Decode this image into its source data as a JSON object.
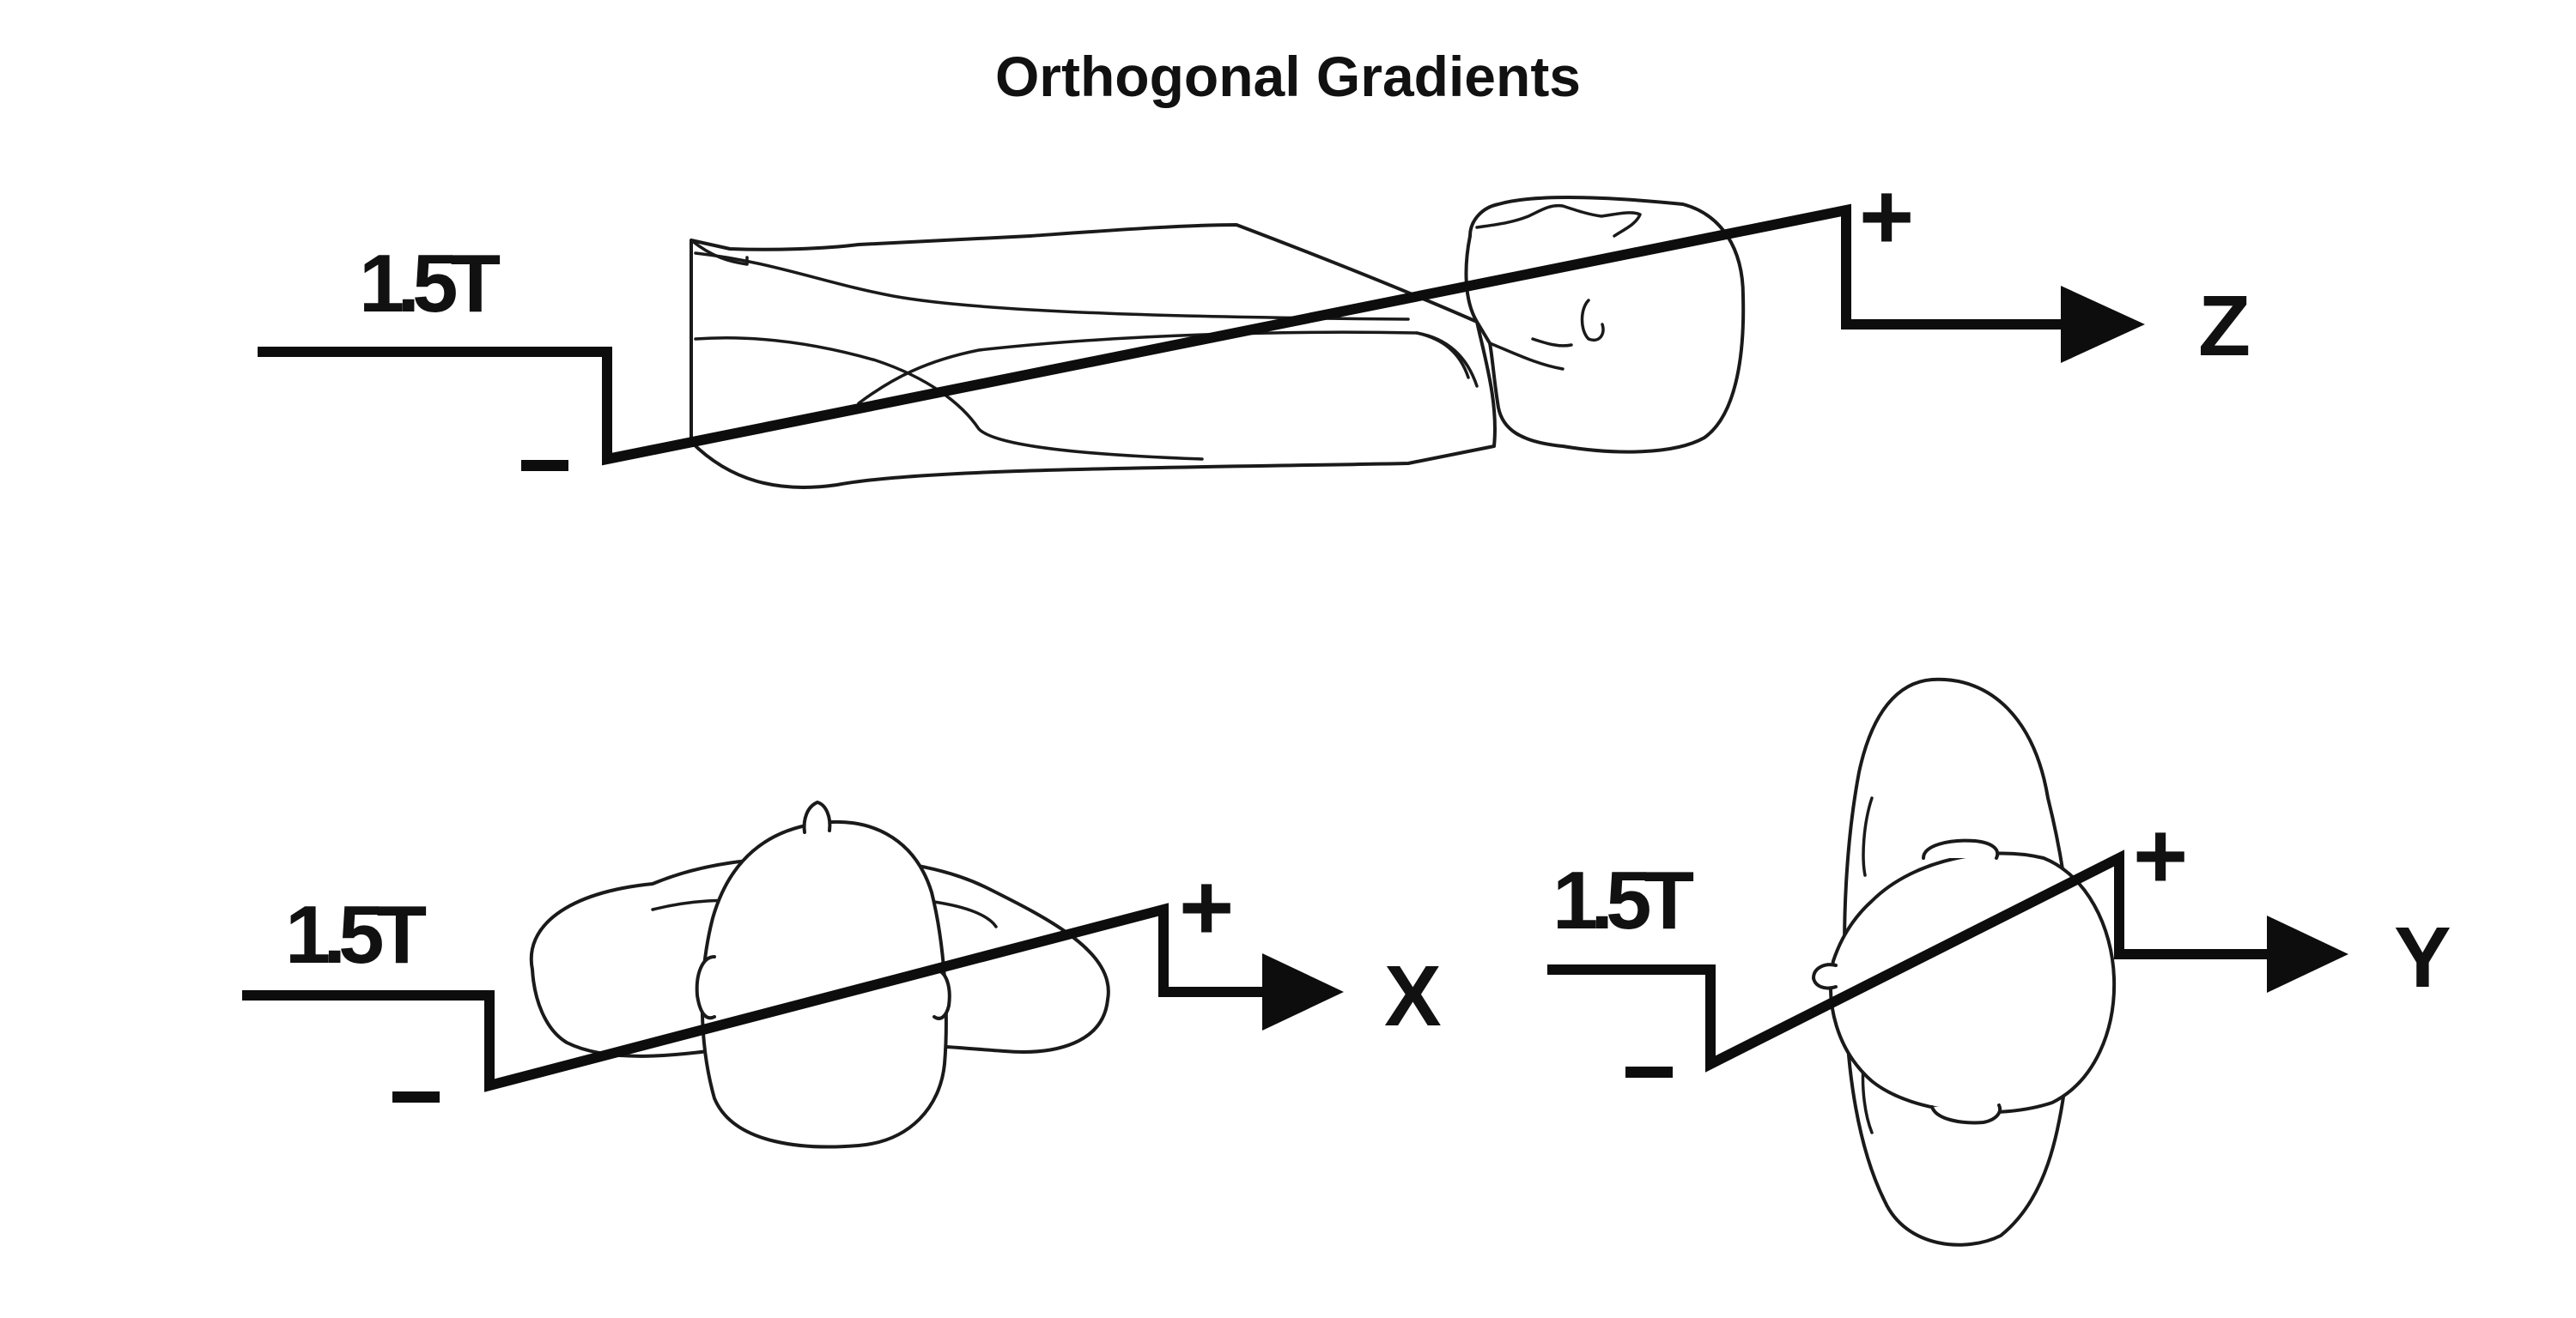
{
  "title": "Orthogonal Gradients",
  "colors": {
    "ink": "#0d0d0d",
    "background": "#ffffff"
  },
  "panels": [
    {
      "id": "z",
      "view": "side view of supine patient",
      "field_label": "1.5T",
      "minus_label": "-",
      "plus_label": "+",
      "axis_label": "Z"
    },
    {
      "id": "x",
      "view": "axial view of head and shoulders",
      "field_label": "1.5T",
      "minus_label": "-",
      "plus_label": "+",
      "axis_label": "X"
    },
    {
      "id": "y",
      "view": "rotated axial view of head and shoulders",
      "field_label": "1.5T",
      "minus_label": "-",
      "plus_label": "+",
      "axis_label": "Y"
    }
  ]
}
